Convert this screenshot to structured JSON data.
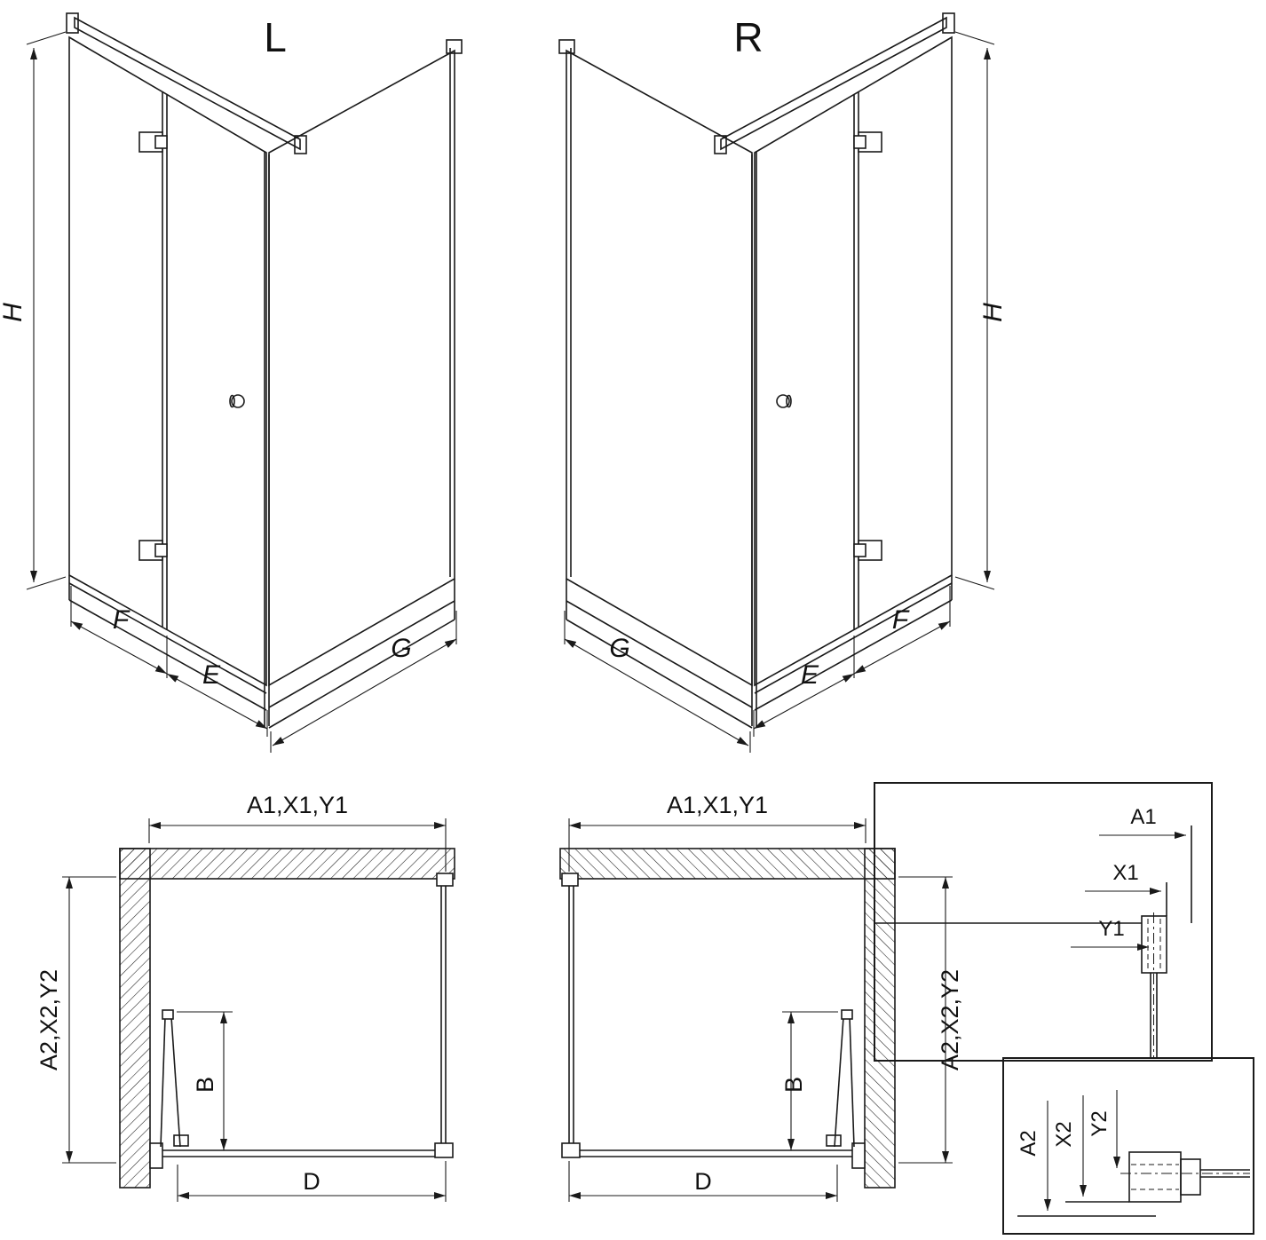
{
  "diagram": {
    "background": "#ffffff",
    "line_color": "#1a1a1a"
  },
  "perspective_views": {
    "left": {
      "title": "L",
      "height": "H",
      "fixed_panel": "F",
      "door_panel": "E",
      "side_panel": "G"
    },
    "right": {
      "title": "R",
      "height": "H",
      "fixed_panel": "F",
      "door_panel": "E",
      "side_panel": "G"
    }
  },
  "plan_views": {
    "left": {
      "top_width": "A1,X1,Y1",
      "side_depth": "A2,X2,Y2",
      "door_opening": "B",
      "bottom_width": "D"
    },
    "right": {
      "top_width": "A1,X1,Y1",
      "side_depth": "A2,X2,Y2",
      "door_opening": "B",
      "bottom_width": "D"
    }
  },
  "detail_views": {
    "top": {
      "dim_a1": "A1",
      "dim_x1": "X1",
      "dim_y1": "Y1"
    },
    "bottom": {
      "dim_a2": "A2",
      "dim_x2": "X2",
      "dim_y2": "Y2"
    }
  }
}
